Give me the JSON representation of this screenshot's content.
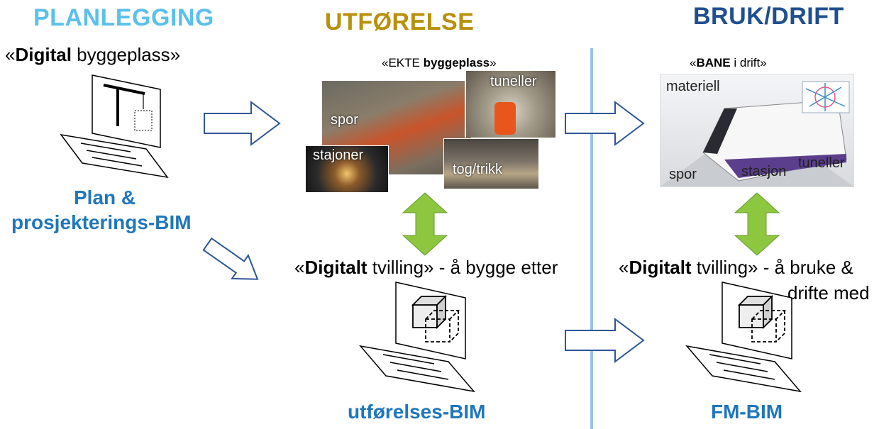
{
  "phases": {
    "planning": {
      "label": "PLANLEGGING",
      "color": "#5bc0eb"
    },
    "execution": {
      "label": "UTFØRELSE",
      "color": "#b8900b"
    },
    "operation": {
      "label": "BRUK/DRIFT",
      "color": "#1f4f8f"
    }
  },
  "planning": {
    "caption_bold": "Digital",
    "caption_rest": " byggeplass»",
    "caption_open": "«",
    "bim_line1": "Plan &",
    "bim_line2": "prosjekterings-BIM"
  },
  "execution": {
    "caption_open": "«EKTE ",
    "caption_bold": "byggeplass",
    "caption_close": "»",
    "photo_labels": {
      "spor": "spor",
      "tuneller": "tuneller",
      "stasjoner": "stajoner",
      "tog": "tog/trikk"
    },
    "twin_open": "«",
    "twin_bold": "Digitalt",
    "twin_rest": " tvilling» - å bygge etter",
    "bim": "utførelses-BIM"
  },
  "operation": {
    "caption_open": "«",
    "caption_bold": "BANE",
    "caption_rest": " i drift»",
    "photo_labels": {
      "materiell": "materiell",
      "spor": "spor",
      "stasjon": "stasjon",
      "tuneller": "tuneller"
    },
    "twin_open": "«",
    "twin_bold": "Digitalt",
    "twin_rest": " tvilling» - å bruke &",
    "twin_line2": "drifte med",
    "bim": "FM-BIM"
  },
  "colors": {
    "arrow_outline": "#2f5597",
    "double_arrow": "#8dc63f",
    "divider": "#9dc3e6",
    "bim_text": "#1f77bc"
  }
}
